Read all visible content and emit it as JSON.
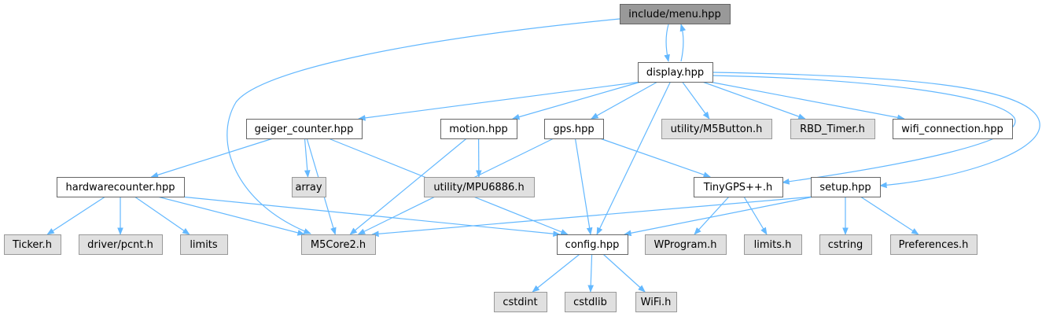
{
  "colors": {
    "edge": "#63b8ff",
    "root_fill": "#999999",
    "documented_fill": "#ffffff",
    "external_fill": "#e0e0e0",
    "border": "#666666"
  },
  "nodes": {
    "menu": {
      "label": "include/menu.hpp",
      "kind": "root"
    },
    "display": {
      "label": "display.hpp",
      "kind": "documented"
    },
    "geiger": {
      "label": "geiger_counter.hpp",
      "kind": "documented"
    },
    "motion": {
      "label": "motion.hpp",
      "kind": "documented"
    },
    "gps": {
      "label": "gps.hpp",
      "kind": "documented"
    },
    "m5button": {
      "label": "utility/M5Button.h",
      "kind": "external"
    },
    "rbd": {
      "label": "RBD_Timer.h",
      "kind": "external"
    },
    "wifi_conn": {
      "label": "wifi_connection.hpp",
      "kind": "documented"
    },
    "hwcounter": {
      "label": "hardwarecounter.hpp",
      "kind": "documented"
    },
    "array": {
      "label": "array",
      "kind": "external"
    },
    "mpu": {
      "label": "utility/MPU6886.h",
      "kind": "external"
    },
    "tinygps": {
      "label": "TinyGPS++.h",
      "kind": "documented"
    },
    "setup": {
      "label": "setup.hpp",
      "kind": "documented"
    },
    "ticker": {
      "label": "Ticker.h",
      "kind": "external"
    },
    "pcnt": {
      "label": "driver/pcnt.h",
      "kind": "external"
    },
    "limits": {
      "label": "limits",
      "kind": "external"
    },
    "m5core2": {
      "label": "M5Core2.h",
      "kind": "external"
    },
    "config": {
      "label": "config.hpp",
      "kind": "documented"
    },
    "wprogram": {
      "label": "WProgram.h",
      "kind": "external"
    },
    "limits_h": {
      "label": "limits.h",
      "kind": "external"
    },
    "cstring": {
      "label": "cstring",
      "kind": "external"
    },
    "prefs": {
      "label": "Preferences.h",
      "kind": "external"
    },
    "cstdint": {
      "label": "cstdint",
      "kind": "external"
    },
    "cstdlib": {
      "label": "cstdlib",
      "kind": "external"
    },
    "wifi_h": {
      "label": "WiFi.h",
      "kind": "external"
    }
  },
  "edges": [
    [
      "menu",
      "display"
    ],
    [
      "menu",
      "m5core2"
    ],
    [
      "display",
      "menu"
    ],
    [
      "display",
      "geiger"
    ],
    [
      "display",
      "motion"
    ],
    [
      "display",
      "gps"
    ],
    [
      "display",
      "m5button"
    ],
    [
      "display",
      "rbd"
    ],
    [
      "display",
      "wifi_conn"
    ],
    [
      "display",
      "tinygps"
    ],
    [
      "display",
      "setup"
    ],
    [
      "display",
      "config"
    ],
    [
      "geiger",
      "hwcounter"
    ],
    [
      "geiger",
      "array"
    ],
    [
      "geiger",
      "m5core2"
    ],
    [
      "geiger",
      "config"
    ],
    [
      "motion",
      "mpu"
    ],
    [
      "motion",
      "m5core2"
    ],
    [
      "gps",
      "tinygps"
    ],
    [
      "gps",
      "config"
    ],
    [
      "gps",
      "m5core2"
    ],
    [
      "hwcounter",
      "ticker"
    ],
    [
      "hwcounter",
      "pcnt"
    ],
    [
      "hwcounter",
      "limits"
    ],
    [
      "hwcounter",
      "m5core2"
    ],
    [
      "hwcounter",
      "config"
    ],
    [
      "tinygps",
      "wprogram"
    ],
    [
      "tinygps",
      "limits_h"
    ],
    [
      "setup",
      "m5core2"
    ],
    [
      "setup",
      "config"
    ],
    [
      "setup",
      "cstring"
    ],
    [
      "setup",
      "prefs"
    ],
    [
      "config",
      "cstdint"
    ],
    [
      "config",
      "cstdlib"
    ],
    [
      "config",
      "wifi_h"
    ]
  ]
}
